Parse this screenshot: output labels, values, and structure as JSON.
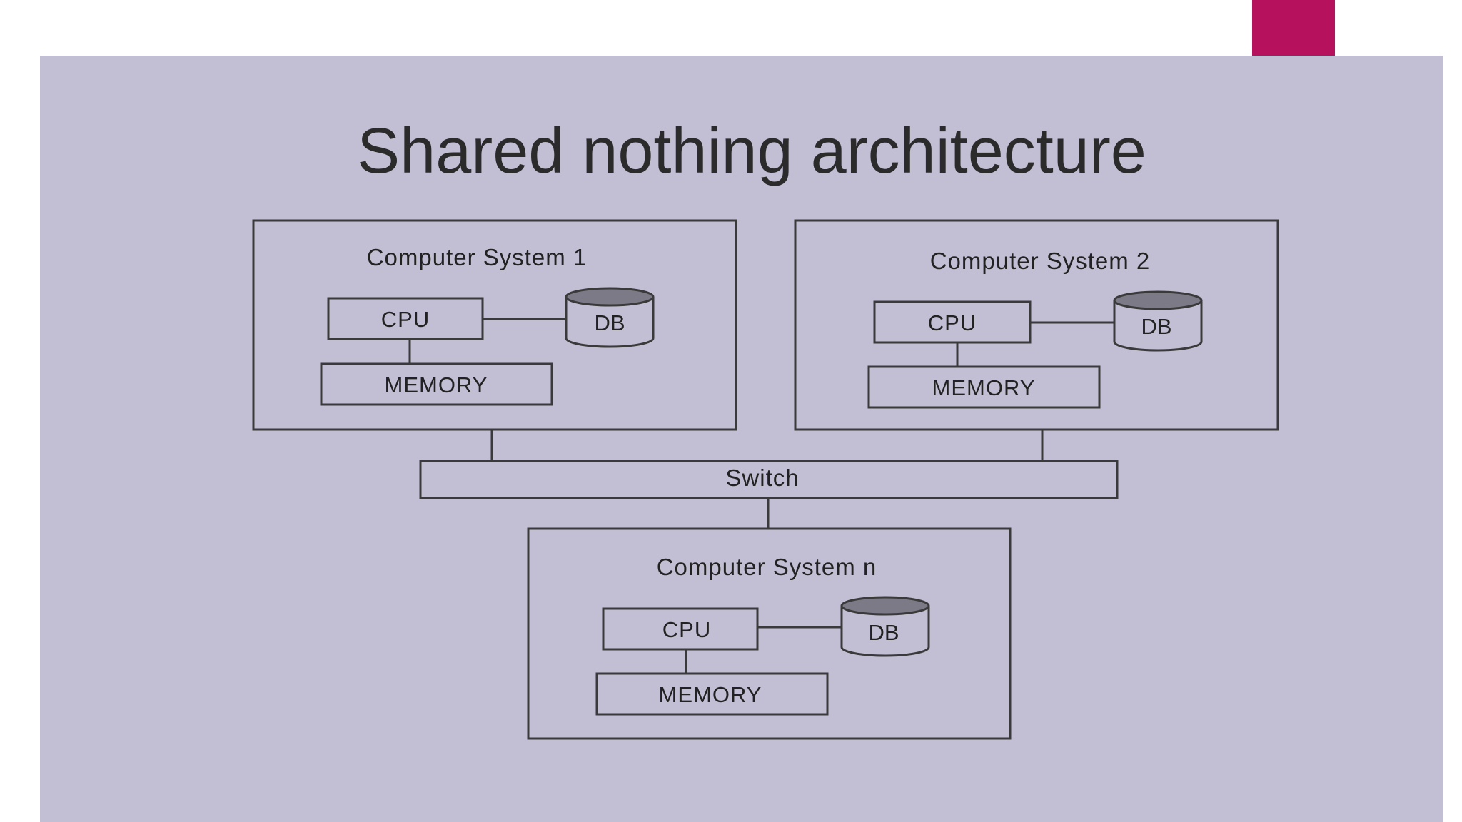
{
  "slide": {
    "title": "Shared nothing architecture",
    "accent_color": "#b5115c",
    "panel_color": "#c2bfd5"
  },
  "diagram": {
    "systems": [
      {
        "id": "sys1",
        "title": "Computer System 1",
        "cpu_label": "CPU",
        "memory_label": "MEMORY",
        "db_label": "DB"
      },
      {
        "id": "sys2",
        "title": "Computer System 2",
        "cpu_label": "CPU",
        "memory_label": "MEMORY",
        "db_label": "DB"
      },
      {
        "id": "sysn",
        "title": "Computer System n",
        "cpu_label": "CPU",
        "memory_label": "MEMORY",
        "db_label": "DB"
      }
    ],
    "switch_label": "Switch",
    "connections": [
      {
        "from": "sys1",
        "to": "switch"
      },
      {
        "from": "sys2",
        "to": "switch"
      },
      {
        "from": "switch",
        "to": "sysn"
      }
    ]
  }
}
